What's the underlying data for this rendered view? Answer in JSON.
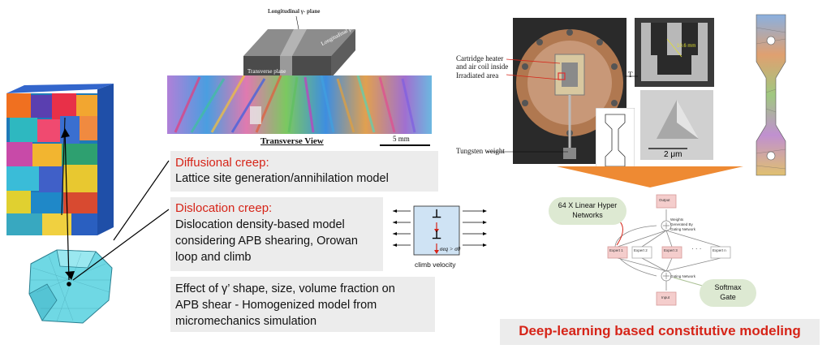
{
  "micrograph": {
    "label_top": "Longitudinal γ- plane",
    "label_side": "Longitudinal plane",
    "label_front": "Transverse plane",
    "caption": "Transverse View",
    "scale": "5 mm"
  },
  "panels": {
    "diffusional": {
      "title": "Diffusional creep:",
      "text": "Lattice site generation/annihilation model"
    },
    "dislocation": {
      "title": "Dislocation creep:",
      "lines": [
        "Dislocation density-based model",
        "considering APB shearing, Orowan",
        "loop and climb"
      ]
    },
    "effect": {
      "lines": [
        "Effect of γ’ shape, size, volume fraction on",
        "APB shear - Homogenized model from",
        "micromechanics simulation"
      ]
    }
  },
  "climb": {
    "caption": "climb velocity",
    "symbol": "⊥",
    "inequality": "σeq > σ0"
  },
  "experiment": {
    "labels": [
      "Cartridge heater",
      "and air coil inside",
      "Irradiated area",
      "Tungsten weight"
    ],
    "scalebar": "2 μm",
    "sem_label": "10.6 mm",
    "t_label": "T"
  },
  "network": {
    "hyper_label": [
      "64 X Linear Hyper",
      "Networks"
    ],
    "softmax_label": [
      "Softmax",
      "Gate"
    ],
    "output": "Output",
    "input": "Input",
    "experts": [
      "Expert 1",
      "Expert 2",
      "Expert 3",
      "Expert n"
    ],
    "gating": "Gating Network",
    "weights": [
      "Weights",
      "Generated By",
      "Gating Network"
    ],
    "ellipsis": "· · ·"
  },
  "dl_title": "Deep-learning based constitutive modeling",
  "colors": {
    "accent_red": "#d62418",
    "panel_gray": "#ececec",
    "arrow_orange": "#ee8a33",
    "pill_green": "#dde9d2",
    "expert_pink": "#f4cdcc"
  }
}
